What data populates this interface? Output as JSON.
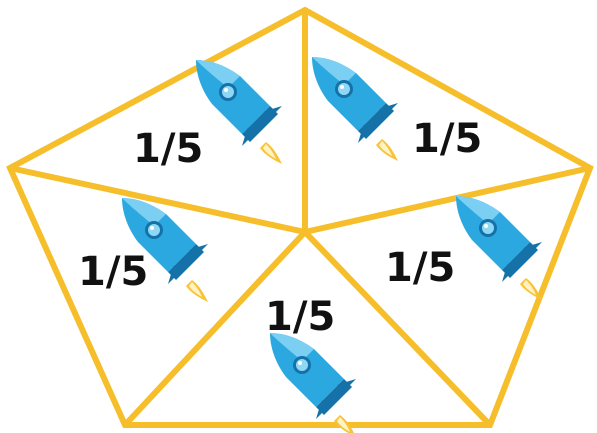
{
  "colors": {
    "outline": "#F5BE2A",
    "rocket_body": "#2BA8E0",
    "rocket_light": "#8ED8F6",
    "rocket_dark": "#1572A8",
    "flame_outer": "#F8C23A",
    "flame_inner": "#FFF3C2",
    "label": "#111111"
  },
  "sections": [
    {
      "label": "1/5",
      "icon": "rocket-icon"
    },
    {
      "label": "1/5",
      "icon": "rocket-icon"
    },
    {
      "label": "1/5",
      "icon": "rocket-icon"
    },
    {
      "label": "1/5",
      "icon": "rocket-icon"
    },
    {
      "label": "1/5",
      "icon": "rocket-icon"
    }
  ]
}
